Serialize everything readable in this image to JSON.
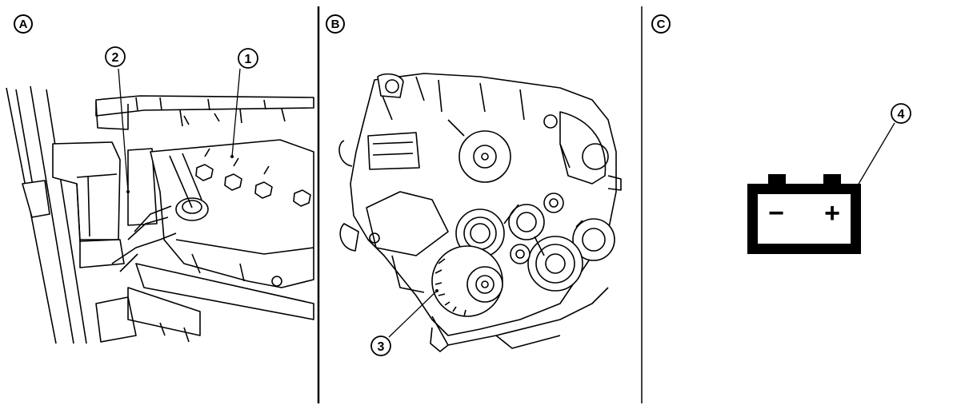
{
  "panels": [
    {
      "letter": "A"
    },
    {
      "letter": "B"
    },
    {
      "letter": "C"
    }
  ],
  "callouts": [
    {
      "number": "1"
    },
    {
      "number": "2"
    },
    {
      "number": "3"
    },
    {
      "number": "4"
    }
  ],
  "battery": {
    "negative": "−",
    "positive": "+"
  },
  "colors": {
    "ink": "#000000",
    "paper": "#ffffff"
  }
}
